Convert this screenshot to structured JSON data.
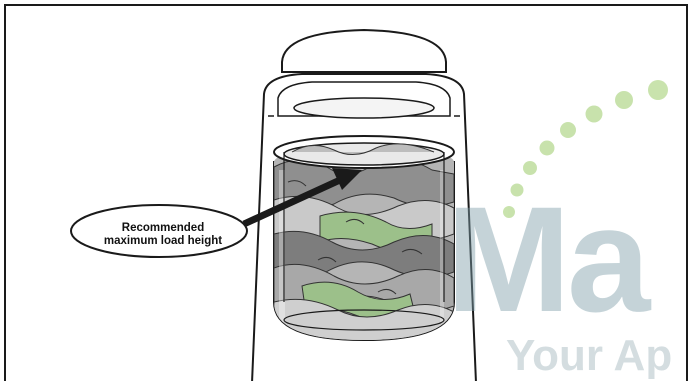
{
  "callout": {
    "line1": "Recommended",
    "line2": "maximum load height"
  },
  "watermark": {
    "brand": "Ma",
    "tagline": "Your Ap"
  },
  "colors": {
    "outline": "#1a1a1a",
    "cloth_dark": "#7a7a7a",
    "cloth_mid": "#a3a3a3",
    "cloth_light": "#c8c8c8",
    "cloth_green": "#9cc08a",
    "watermark_blue": "#7fa0ab",
    "watermark_green": "#9ccc6a"
  }
}
